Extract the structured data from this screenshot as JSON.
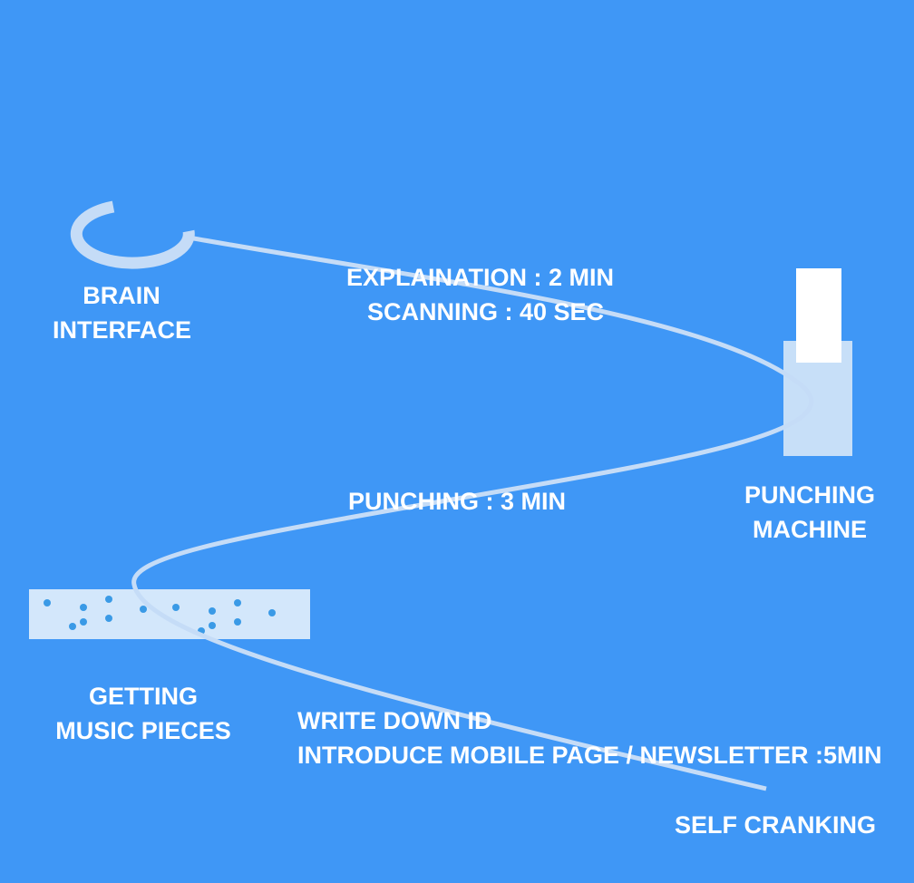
{
  "stations": {
    "brain_interface": {
      "lines": [
        "BRAIN",
        "INTERFACE"
      ]
    },
    "punching_machine": {
      "lines": [
        "PUNCHING",
        "MACHINE"
      ]
    },
    "getting_music_pieces": {
      "lines": [
        "GETTING",
        "MUSIC PIECES"
      ]
    },
    "self_cranking": {
      "lines": [
        "SELF CRANKING"
      ]
    }
  },
  "steps": {
    "explanation": {
      "lines": [
        "EXPLAINATION : 2 MIN",
        "SCANNING : 40 SEC"
      ]
    },
    "punching": {
      "lines": [
        "PUNCHING : 3 MIN"
      ]
    },
    "write_down": {
      "lines": [
        "WRITE DOWN ID",
        "INTRODUCE MOBILE PAGE / NEWSLETTER :5MIN"
      ]
    }
  },
  "colors": {
    "background": "#3f97f6",
    "path": "#c5dcf7",
    "machine_body": "#c7dff8",
    "machine_top": "#ffffff",
    "strip": "#d3e7fb",
    "holes": "#3a9ae6",
    "text": "#ffffff"
  }
}
